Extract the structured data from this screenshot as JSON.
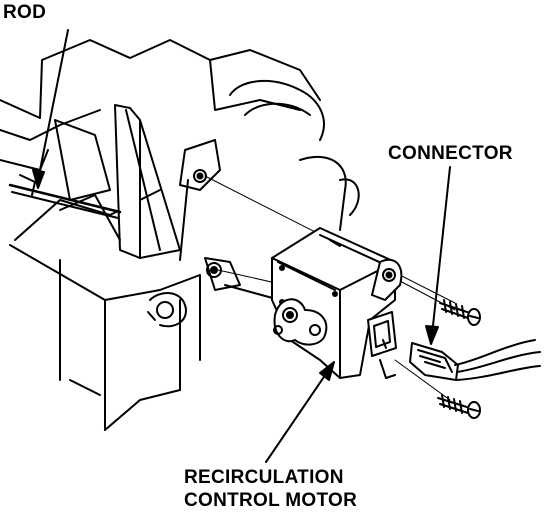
{
  "labels": {
    "rod": "ROD",
    "connector": "CONNECTOR",
    "motor_line1": "RECIRCULATION",
    "motor_line2": "CONTROL MOTOR"
  },
  "colors": {
    "ink": "#000000",
    "paper": "#ffffff"
  }
}
